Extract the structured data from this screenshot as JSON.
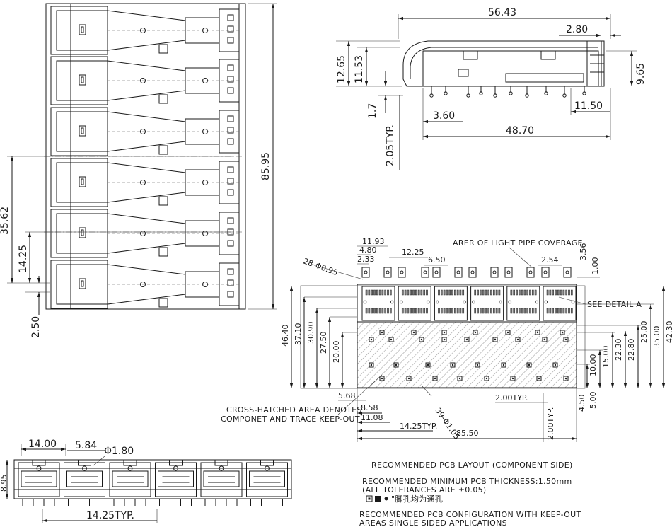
{
  "top_view": {
    "dims": {
      "overall": "85.95",
      "span": "35.62",
      "pitch": "14.25",
      "edge": "2.50"
    }
  },
  "side_view": {
    "dims": {
      "length": "56.43",
      "tail": "2.80",
      "h1": "12.65",
      "h2": "11.53",
      "h3": "9.65",
      "pin_len": "1.7",
      "pin_typ": "2.05TYP.",
      "d1": "3.60",
      "d2": "11.50",
      "d3": "48.70"
    }
  },
  "pcb_layout": {
    "dims": {
      "d11_93": "11.93",
      "d4_80": "4.80",
      "d2_33": "2.33",
      "holes_small": "28-Φ0.95",
      "d12_25": "12.25",
      "d6_50": "6.50",
      "d2_54": "2.54",
      "d3_56": "3.56",
      "d1_00": "1.00",
      "v46_40": "46.40",
      "v37_10": "37.10",
      "v30_90": "30.90",
      "v27_50": "27.50",
      "v20_00": "20.00",
      "r42_30": "42.30",
      "r35_00": "35.00",
      "r25_00": "25.00",
      "r22_80": "22.80",
      "r22_30": "22.30",
      "r15_00": "15.00",
      "r10_00": "10.00",
      "h5_68": "5.68",
      "h8_58": "8.58",
      "h11_08": "11.08",
      "holes_large": "39-Φ1.05",
      "pitch": "14.25TYP.",
      "width": "85.50",
      "d2typ_h": "2.00TYP.",
      "d2typ_v": "2.00TYP.",
      "d4_50": "4.50",
      "d5_00": "5.00"
    },
    "labels": {
      "light_pipe": "ARER OF LIGHT PIPE COVERAGE",
      "detail": "SEE DETAIL A",
      "keepout_1": "CROSS-HATCHED AREA DENOTES",
      "keepout_2": "COMPONET AND TRACE KEEP-OUT"
    }
  },
  "front_view": {
    "dims": {
      "w": "14.00",
      "gap": "5.84",
      "hole": "Φ1.80",
      "h": "8.95",
      "pitch": "14.25TYP."
    }
  },
  "notes": {
    "n1": "RECOMMENDED PCB LAYOUT (COMPONENT SIDE)",
    "n2": "RECOMMENDED MINIMUM PCB THICKNESS:1.50mm",
    "n3": "(ALL TOLERANCES ARE ±0.05)",
    "n4": "\"脚孔均为通孔",
    "n5": "RECOMMENDED PCB CONFIGURATION WITH KEEP-OUT",
    "n6": "AREAS SINGLE SIDED APPLICATIONS"
  }
}
